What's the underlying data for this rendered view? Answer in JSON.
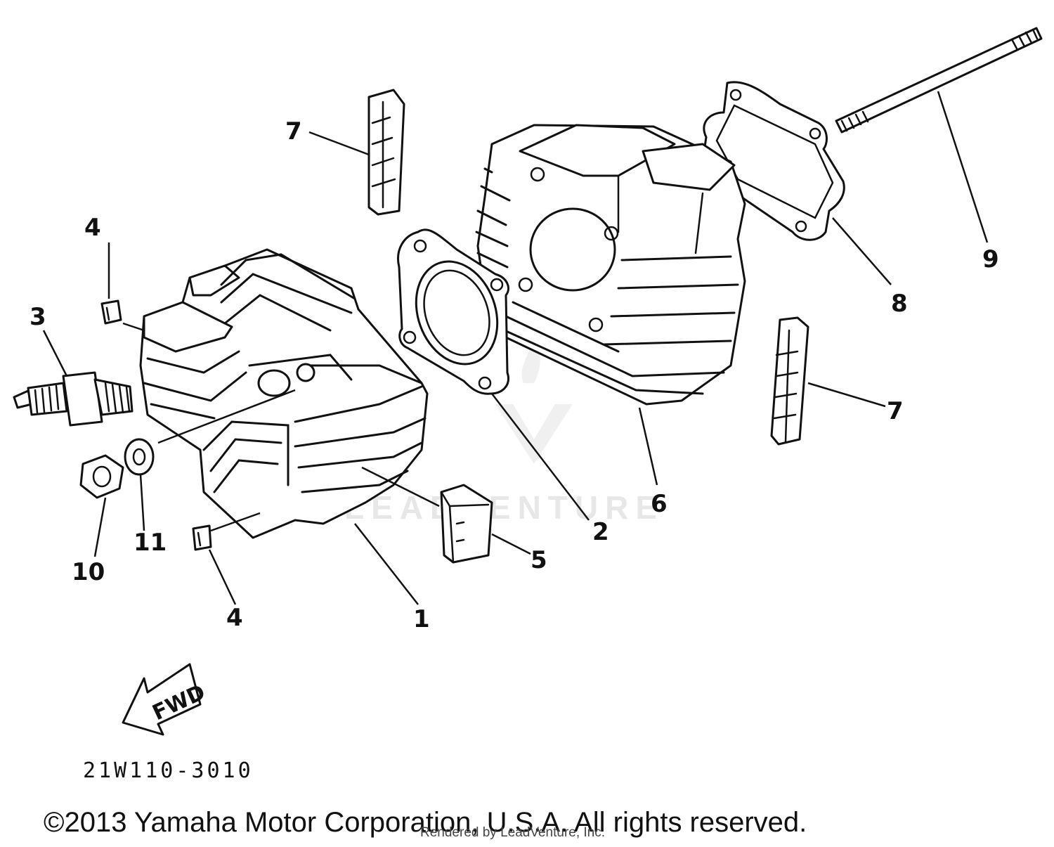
{
  "callouts": {
    "c1": "1",
    "c2": "2",
    "c3": "3",
    "c4a": "4",
    "c4b": "4",
    "c5": "5",
    "c6": "6",
    "c7a": "7",
    "c7b": "7",
    "c8": "8",
    "c9": "9",
    "c10": "10",
    "c11": "11"
  },
  "direction_label": "FWD",
  "diagram_code": "21W110-3010",
  "copyright": "©2013 Yamaha Motor Corporation, U.S.A. All rights reserved.",
  "rendered_by": "Rendered by LeadVenture, Inc.",
  "watermark_text": "LEADVENTURE"
}
